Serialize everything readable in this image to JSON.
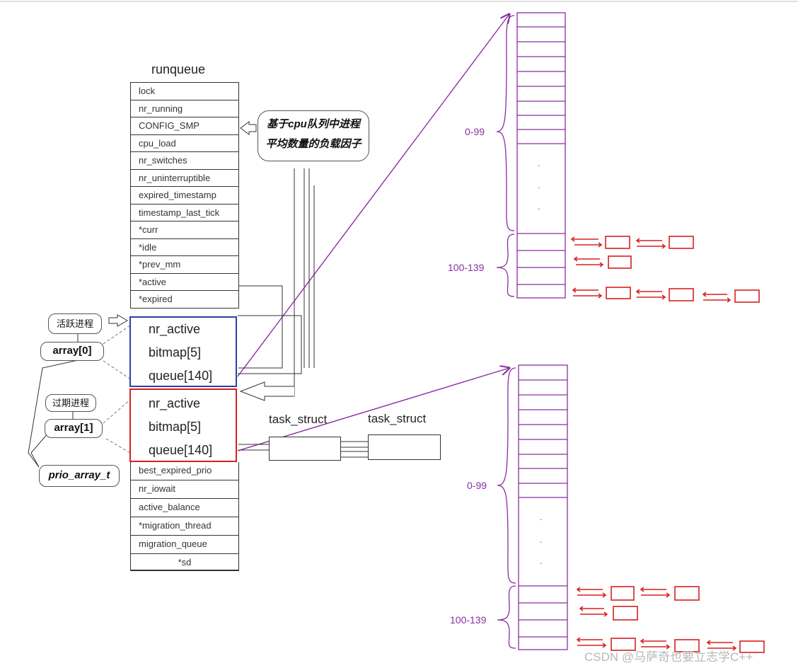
{
  "title": "runqueue",
  "rows_top": [
    "lock",
    "nr_running",
    "CONFIG_SMP",
    "cpu_load",
    "nr_switches",
    "nr_uninterruptible",
    "expired_timestamp",
    "timestamp_last_tick",
    "*curr",
    "*idle",
    "*prev_mm",
    "*active",
    "*expired"
  ],
  "prio_array_fields": [
    "nr_active",
    "bitmap[5]",
    "queue[140]"
  ],
  "rows_bottom": [
    "best_expired_prio",
    "nr_iowait",
    "active_balance",
    "*migration_thread",
    "migration_queue",
    "*sd"
  ],
  "note_lines": [
    "基于cpu队列中进程",
    "平均数量的负载因子"
  ],
  "labels": {
    "active_tag": "活跃进程",
    "array0": "array[0]",
    "expired_tag": "过期进程",
    "array1": "array[1]",
    "prio_array_t": "prio_array_t",
    "task_struct_1": "task_struct",
    "task_struct_2": "task_struct",
    "range_high_top": "0-99",
    "range_low_top": "100-139",
    "range_high_bottom": "0-99",
    "range_low_bottom": "100-139",
    "dot": "."
  },
  "watermark": "CSDN @马萨奇也要立志学C++",
  "colors": {
    "active_border": "#2f3fa8",
    "expired_border": "#d62020",
    "queue_purple": "#8a2fa0",
    "list_red": "#d62020"
  }
}
